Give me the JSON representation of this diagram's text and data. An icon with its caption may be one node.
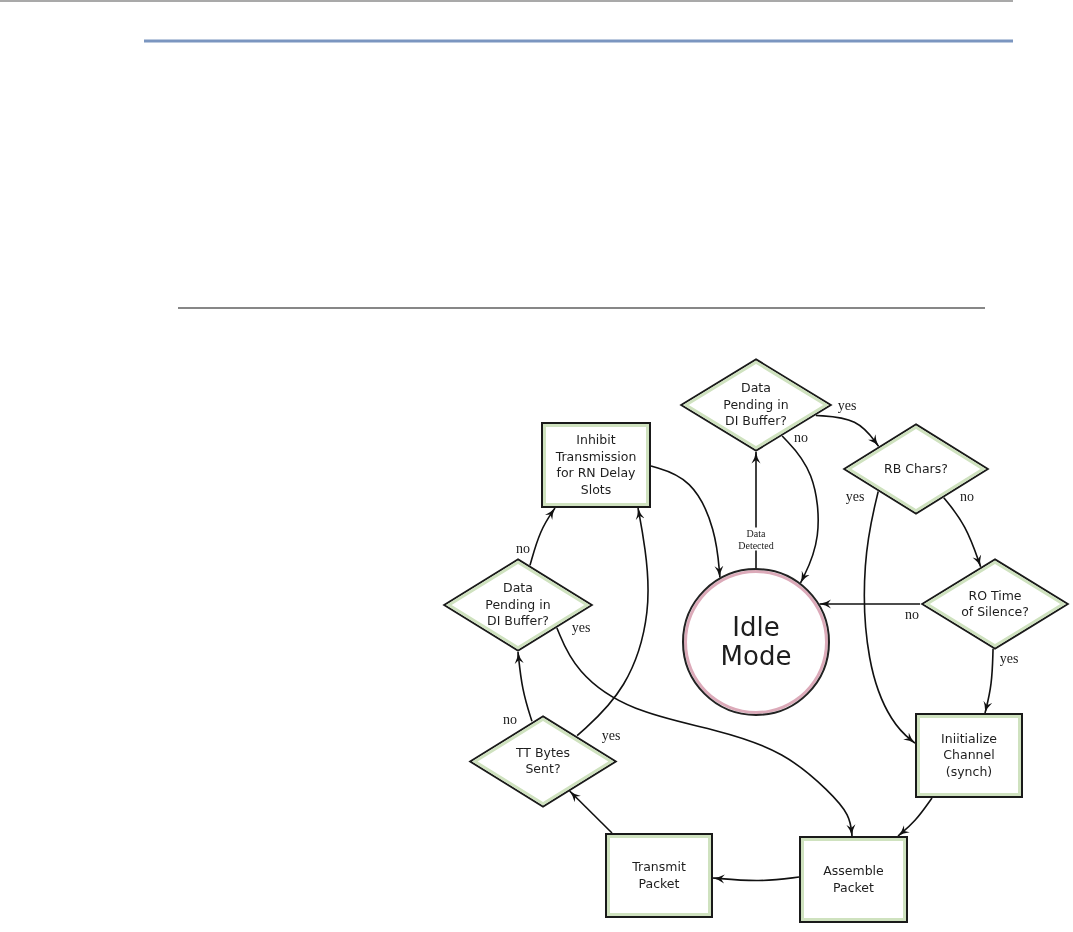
{
  "diagram": {
    "nodes": [
      {
        "text": [
          "Data Pending in DI Buffer?"
        ]
      },
      {
        "text": [
          "Inhibit Transmission for RN Delay Slots"
        ]
      },
      {
        "text": [
          "RB Chars?"
        ]
      },
      {
        "text": [
          "Data Pending in DI Buffer?"
        ]
      },
      {
        "text": [
          "RO Time of Silence?"
        ]
      },
      {
        "text": [
          "Idle Mode"
        ]
      },
      {
        "text": [
          "Iniitialize Channel (synch)"
        ]
      },
      {
        "text": [
          "TT Bytes Sent?"
        ]
      },
      {
        "text": [
          "Transmit Packet"
        ]
      },
      {
        "text": [
          "Assemble Packet"
        ]
      }
    ],
    "edges": [
      {
        "from": 5,
        "to": 0,
        "arrow": "to",
        "label": "Data Detected"
      },
      {
        "from": 0,
        "to": 2,
        "arrow": "to",
        "label": "yes"
      },
      {
        "from": 0,
        "to": 5,
        "arrow": "to",
        "label": "no"
      },
      {
        "from": 2,
        "to": 4,
        "arrow": "to",
        "label": "no"
      },
      {
        "from": 2,
        "to": 6,
        "arrow": "to",
        "label": "yes"
      },
      {
        "from": 4,
        "to": 5,
        "arrow": "to",
        "label": "no"
      },
      {
        "from": 4,
        "to": 6,
        "arrow": "to",
        "label": "yes"
      },
      {
        "from": 6,
        "to": 9,
        "arrow": "to"
      },
      {
        "from": 9,
        "to": 8,
        "arrow": "to"
      },
      {
        "from": 8,
        "to": 7,
        "arrow": "to"
      },
      {
        "from": 7,
        "to": 3,
        "arrow": "to",
        "label": "no"
      },
      {
        "from": 7,
        "to": 1,
        "arrow": "to",
        "label": "yes"
      },
      {
        "from": 3,
        "to": 1,
        "arrow": "to",
        "label": "no"
      },
      {
        "from": 3,
        "to": 9,
        "arrow": "to",
        "label": "yes"
      },
      {
        "from": 1,
        "to": 5,
        "arrow": "to"
      }
    ]
  }
}
